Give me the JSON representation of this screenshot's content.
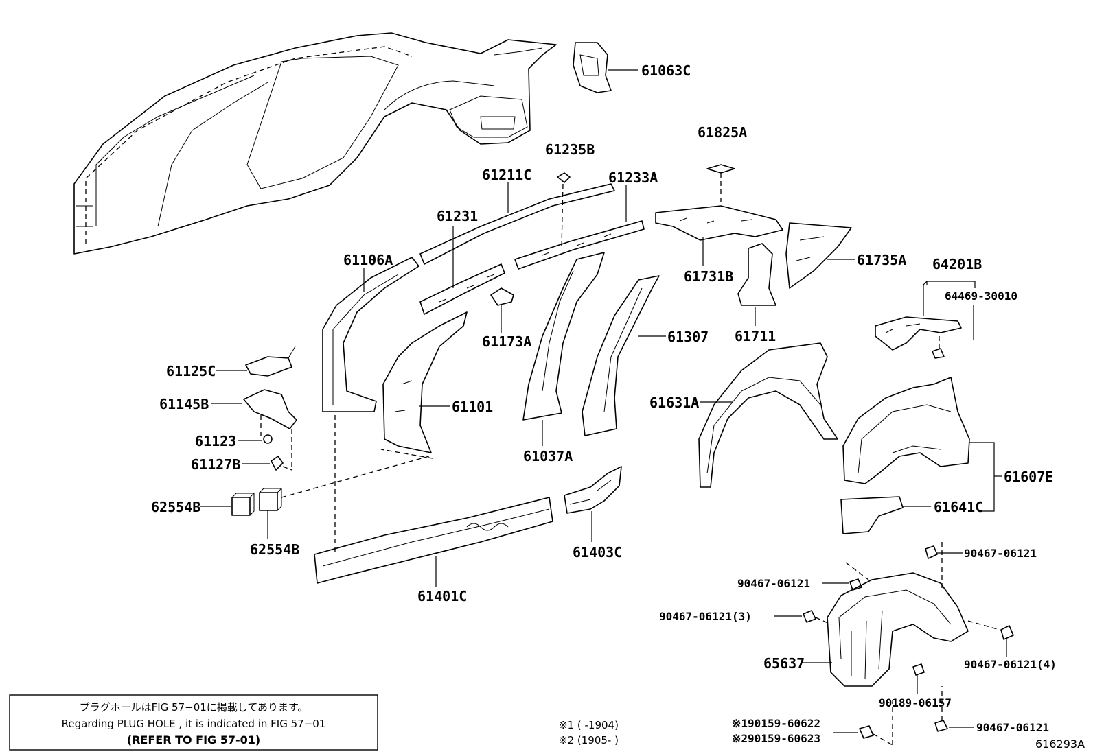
{
  "parts": {
    "p61063C": "61063C",
    "p61825A": "61825A",
    "p61235B": "61235B",
    "p61211C": "61211C",
    "p61233A": "61233A",
    "p61231": "61231",
    "p61106A": "61106A",
    "p61173A": "61173A",
    "p61731B": "61731B",
    "p61735A": "61735A",
    "p61711": "61711",
    "p64201B": "64201B",
    "p64469_30010": "64469-30010",
    "p61307": "61307",
    "p61125C": "61125C",
    "p61145B": "61145B",
    "p61101": "61101",
    "p61123": "61123",
    "p61127B": "61127B",
    "p61037A": "61037A",
    "p61631A": "61631A",
    "p61607E": "61607E",
    "p61641C": "61641C",
    "p62554B_a": "62554B",
    "p62554B_b": "62554B",
    "p61403C": "61403C",
    "p61401C": "61401C",
    "p90467_06121_a": "90467-06121",
    "p90467_06121_b": "90467-06121",
    "p90467_06121_3": "90467-06121(3)",
    "p90467_06121_4": "90467-06121(4)",
    "p90467_06121_c": "90467-06121",
    "p65637": "65637",
    "p90189_06157": "90189-06157",
    "p90159_60622": "※190159-60622",
    "p90159_60623": "※290159-60623"
  },
  "legend": {
    "note1": "※1 (      -1904)",
    "note2": "※2 (1905-      )"
  },
  "notice": {
    "line_ja": "プラグホールはFIG 57−01に掲載してあります。",
    "line_en": "Regarding  PLUG  HOLE , it is indicated in  FIG  57−01",
    "line_ref": "(REFER TO FIG 57-01)"
  },
  "figure_number": "616293A"
}
